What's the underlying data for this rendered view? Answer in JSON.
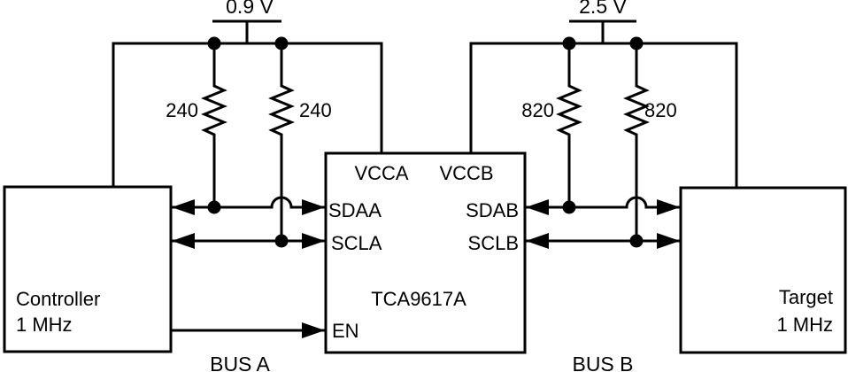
{
  "device": {
    "part": "TCA9617A",
    "pins": {
      "vcca": "VCCA",
      "vccb": "VCCB",
      "sdaa": "SDAA",
      "scla": "SCLA",
      "sdab": "SDAB",
      "sclb": "SCLB",
      "en": "EN"
    }
  },
  "controller": {
    "name": "Controller",
    "speed": "1 MHz"
  },
  "target": {
    "name": "Target",
    "speed": "1 MHz"
  },
  "bus_a": {
    "label": "BUS A",
    "supply_voltage": "0.9 V",
    "pullup_left": "240",
    "pullup_right": "240"
  },
  "bus_b": {
    "label": "BUS B",
    "supply_voltage": "2.5 V",
    "pullup_left": "820",
    "pullup_right": "820"
  },
  "colors": {
    "line": "#000000",
    "background": "#ffffff"
  }
}
